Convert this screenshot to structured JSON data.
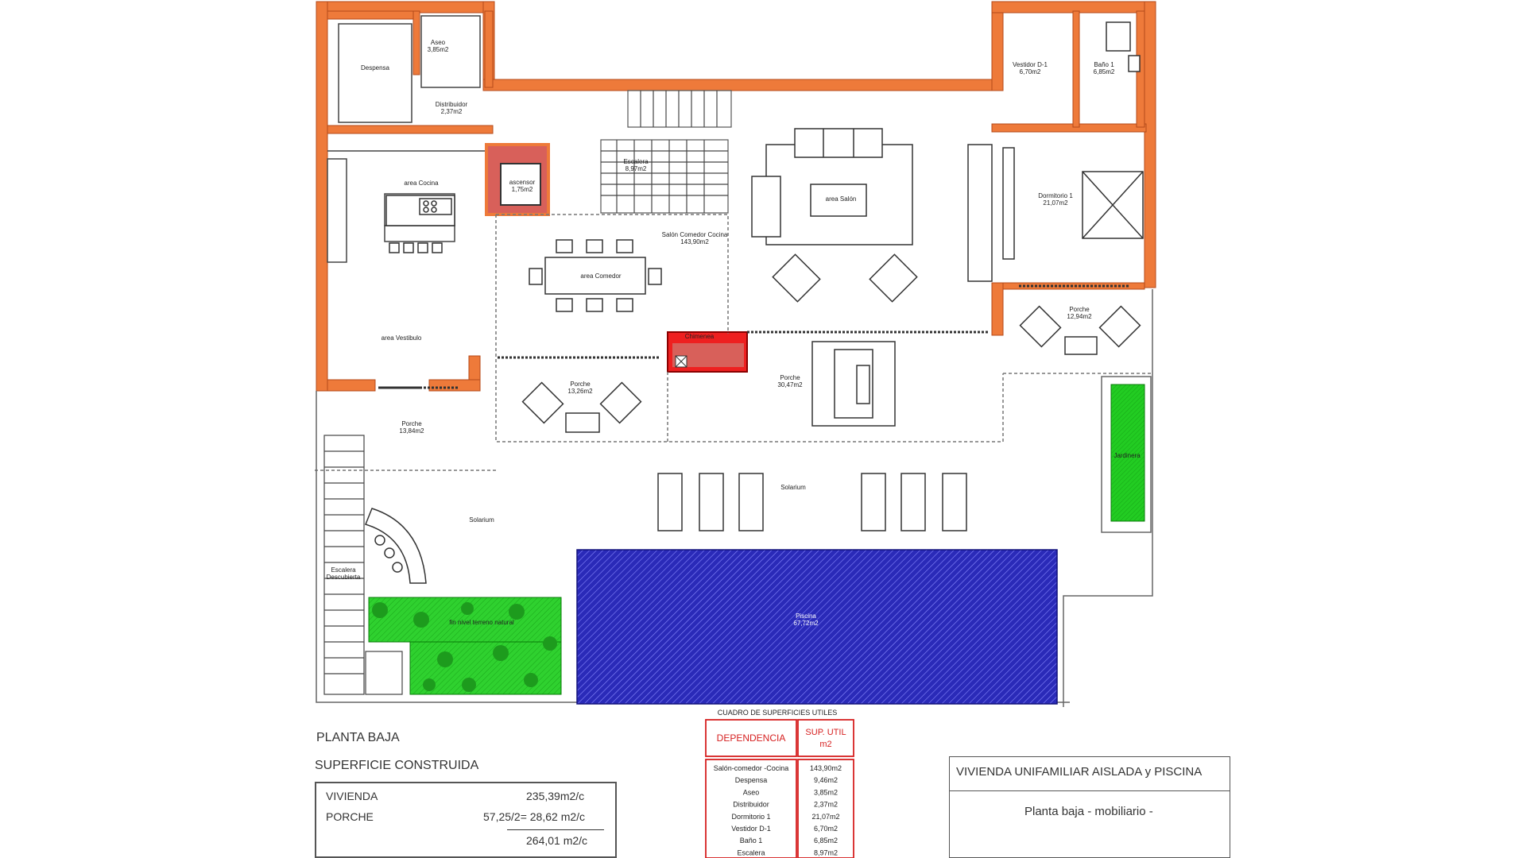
{
  "rooms": {
    "despensa": "Despensa",
    "aseo": "Aseo",
    "aseo_area": "3,85m2",
    "distribuidor": "Distribuidor",
    "distribuidor_area": "2,37m2",
    "ascensor": "ascensor",
    "ascensor_area": "1,75m2",
    "escalera": "Escalera",
    "escalera_area": "8,97m2",
    "area_cocina": "area Cocina",
    "area_comedor": "area Comedor",
    "salon_comedor": "Salón Comedor  Cocina",
    "salon_comedor_area": "143,90m2",
    "area_salon": "area Salón",
    "vestidor": "Vestidor D-1",
    "vestidor_area": "6,70m2",
    "bano": "Baño 1",
    "bano_area": "6,85m2",
    "dormitorio": "Dormitorio 1",
    "dormitorio_area": "21,07m2",
    "area_vestibulo": "area Vestibulo",
    "chimenea": "Chimenea",
    "porche_left": "Porche",
    "porche_left_area": "13,84m2",
    "porche_mid": "Porche",
    "porche_mid_area": "13,26m2",
    "porche_center": "Porche",
    "porche_center_area": "30,47m2",
    "porche_right": "Porche",
    "porche_right_area": "12,94m2",
    "solarium_left": "Solarium",
    "solarium_right": "Solarium",
    "jardinera": "Jardinera",
    "escalera_descubierta_1": "Escalera",
    "escalera_descubierta_2": "Descubierta",
    "jardin": "fin nivel terreno natural",
    "piscina": "Piscina",
    "piscina_area": "67,72m2"
  },
  "summary": {
    "title": "PLANTA BAJA",
    "subtitle": "SUPERFICIE CONSTRUIDA",
    "rows": [
      {
        "label": "VIVIENDA",
        "value": "235,39m2/c"
      },
      {
        "label": "PORCHE",
        "value": "57,25/2= 28,62 m2/c"
      }
    ],
    "total": "264,01 m2/c"
  },
  "areas_table": {
    "caption": "CUADRO DE SUPERFICIES UTILES",
    "header_dependencia": "DEPENDENCIA",
    "header_sup_1": "SUP. UTIL",
    "header_sup_2": "m2",
    "rows": [
      {
        "name": "Salón-comedor -Cocina",
        "value": "143,90m2"
      },
      {
        "name": "Despensa",
        "value": "9,46m2"
      },
      {
        "name": "Aseo",
        "value": "3,85m2"
      },
      {
        "name": "Distribuidor",
        "value": "2,37m2"
      },
      {
        "name": "Dormitorio 1",
        "value": "21,07m2"
      },
      {
        "name": "Vestidor D-1",
        "value": "6,70m2"
      },
      {
        "name": "Baño 1",
        "value": "6,85m2"
      },
      {
        "name": "Escalera",
        "value": "8,97m2"
      }
    ]
  },
  "title_block": {
    "title": "VIVIENDA UNIFAMILIAR AISLADA y PISCINA",
    "subtitle": "Planta baja - mobiliario -"
  },
  "colors": {
    "wall_fill": "#ee7a3a",
    "wall_inner": "#d8605a",
    "pool": "#2a2ab8",
    "garden": "#2fd12f",
    "table_red": "#d62020"
  }
}
